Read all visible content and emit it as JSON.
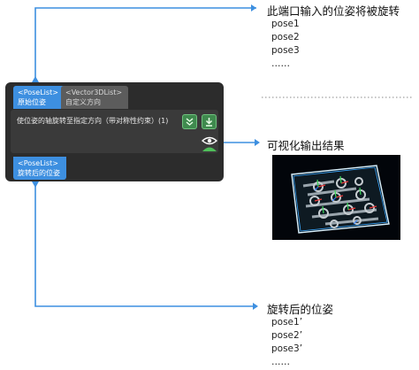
{
  "node": {
    "input_port_1": {
      "type": "<PoseList>",
      "label": "原始位姿"
    },
    "input_port_2": {
      "type": "<Vector3DList>",
      "label": "自定义方向"
    },
    "title": "使位姿的轴旋转至指定方向（带对称性约束）(1)",
    "output_port": {
      "type": "<PoseList>",
      "label": "旋转后的位姿"
    }
  },
  "top_annotation": {
    "title": "此端口输入的位姿将被旋转",
    "items": [
      "pose1",
      "pose2",
      "pose3",
      "……"
    ]
  },
  "visual_annotation": {
    "title": "可视化输出结果"
  },
  "bottom_annotation": {
    "title": "旋转后的位姿",
    "items": [
      "pose1’",
      "pose2’",
      "pose3’",
      "……"
    ]
  },
  "colors": {
    "accent_blue": "#3d8fe0",
    "node_bg": "#2c2c2c",
    "button_green": "#3f8a4e"
  },
  "icons": [
    "chevron-double-down-icon",
    "download-icon",
    "eye-person-icon"
  ]
}
